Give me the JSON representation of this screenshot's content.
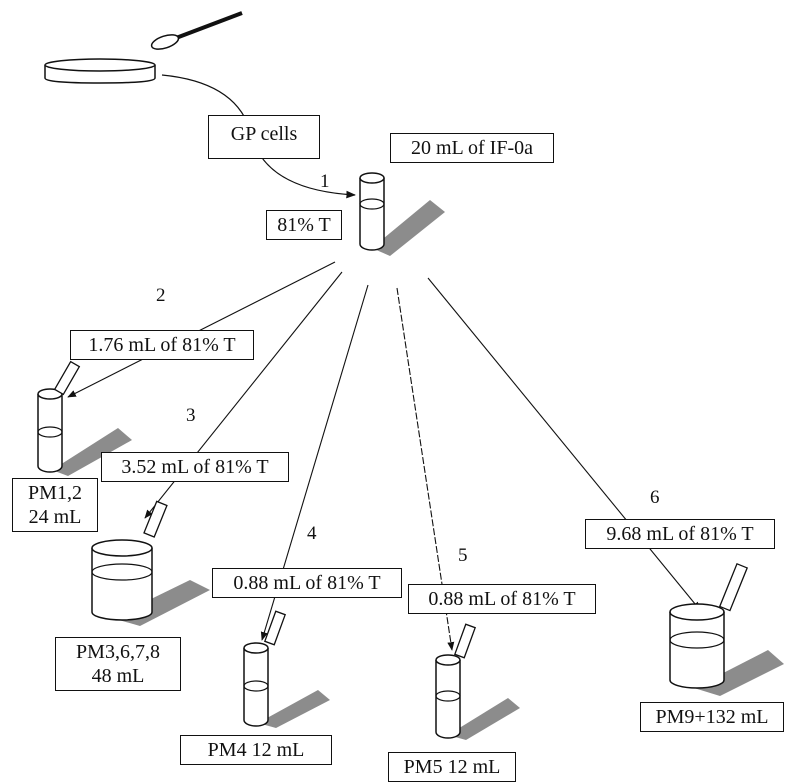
{
  "labels": {
    "gp_cells": "GP cells",
    "if0a": "20 mL of IF-0a",
    "t81": "81% T",
    "a176": "1.76 mL of 81% T",
    "a352": "3.52 mL of 81% T",
    "a088_4": "0.88 mL of 81% T",
    "a088_5": "0.88 mL of 81% T",
    "a968": "9.68 mL of 81% T",
    "pm12_line1": "PM1,2",
    "pm12_line2": "24 mL",
    "pm3678_line1": "PM3,6,7,8",
    "pm3678_line2": "48 mL",
    "pm4": "PM4 12 mL",
    "pm5": "PM5 12 mL",
    "pm9": "PM9+132 mL"
  },
  "steps": [
    "1",
    "2",
    "3",
    "4",
    "5",
    "6"
  ],
  "icons": [
    "petri-dish-icon",
    "inoculation-loop-icon",
    "test-tube-icon",
    "flask-icon"
  ],
  "colors": {
    "ink": "#111111",
    "shadow": "#8c8c8c"
  }
}
